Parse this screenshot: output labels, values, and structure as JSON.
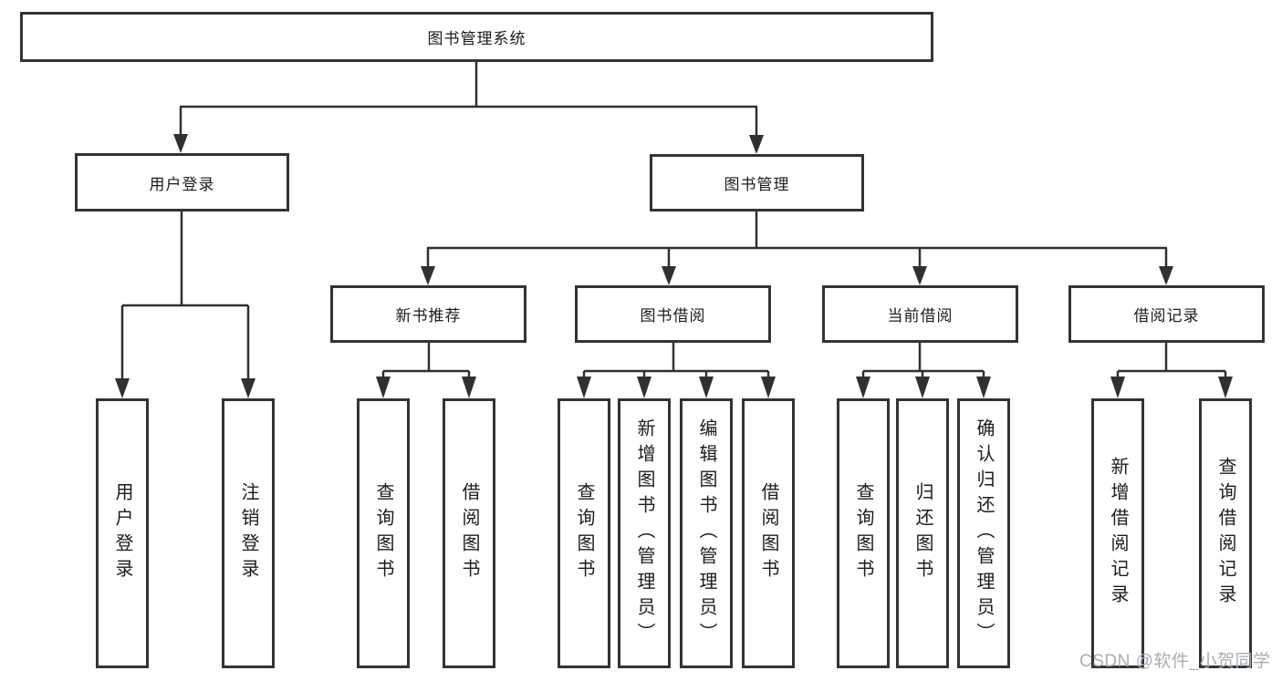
{
  "tree": {
    "label": "图书管理系统",
    "children": [
      {
        "label": "用户登录",
        "children": [
          {
            "label": "用户登录"
          },
          {
            "label": "注销登录"
          }
        ]
      },
      {
        "label": "图书管理",
        "children": [
          {
            "label": "新书推荐",
            "children": [
              {
                "label": "查询图书"
              },
              {
                "label": "借阅图书"
              }
            ]
          },
          {
            "label": "图书借阅",
            "children": [
              {
                "label": "查询图书"
              },
              {
                "label": "新增图书（管理员）"
              },
              {
                "label": "编辑图书（管理员）"
              },
              {
                "label": "借阅图书"
              }
            ]
          },
          {
            "label": "当前借阅",
            "children": [
              {
                "label": "查询图书"
              },
              {
                "label": "归还图书"
              },
              {
                "label": "确认归还（管理员）"
              }
            ]
          },
          {
            "label": "借阅记录",
            "children": [
              {
                "label": "新增借阅记录"
              },
              {
                "label": "查询借阅记录"
              }
            ]
          }
        ]
      }
    ]
  },
  "watermark": {
    "text": "CSDN @软件_小贺同学"
  },
  "colors": {
    "line": "#303030",
    "box_border": "#333333",
    "text": "#1c1c1c",
    "watermark": "#a9adb2",
    "background": "#ffffff"
  }
}
